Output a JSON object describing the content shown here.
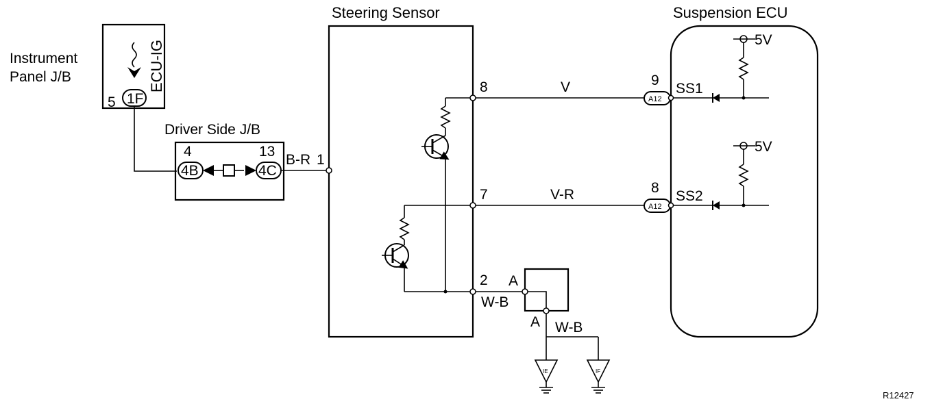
{
  "components": {
    "instrument_panel_jb": {
      "label_line1": "Instrument",
      "label_line2": "Panel J/B",
      "fuse": "ECU-IG",
      "pin": "5",
      "connector": "1F"
    },
    "driver_side_jb": {
      "label": "Driver Side J/B",
      "pin_left": "4",
      "conn_left": "4B",
      "pin_right": "13",
      "conn_right": "4C"
    },
    "steering_sensor": {
      "label": "Steering Sensor",
      "pin_1": "1",
      "pin_8": "8",
      "pin_7": "7",
      "pin_2": "2"
    },
    "suspension_ecu": {
      "label": "Suspension ECU",
      "pin_9": "9",
      "pin_8": "8",
      "ss1": "SS1",
      "ss2": "SS2",
      "supply1": "5V",
      "supply2": "5V",
      "conn1": "A12",
      "conn2": "A12"
    },
    "junction": {
      "label_a_top": "A",
      "label_a_bottom": "A"
    },
    "grounds": {
      "g1": "IE",
      "g2": "IF"
    }
  },
  "wires": {
    "br": "B-R",
    "v": "V",
    "vr": "V-R",
    "wb1": "W-B",
    "wb2": "W-B"
  },
  "reference": "R12427"
}
